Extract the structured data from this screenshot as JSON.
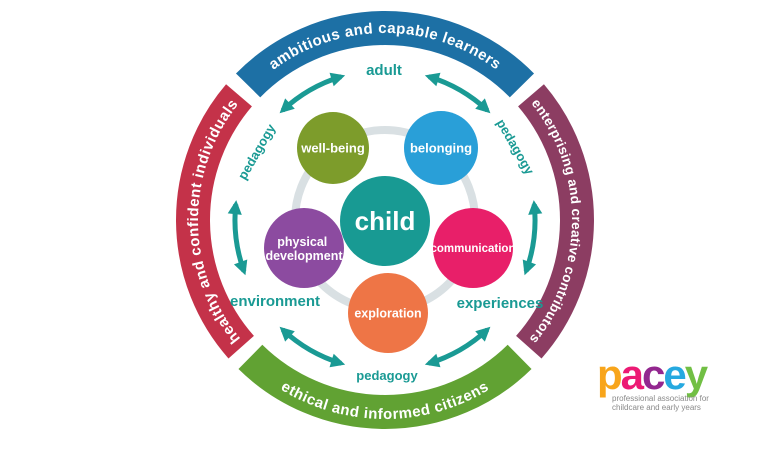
{
  "background_color": "#ffffff",
  "accent_teal": "#1a9a94",
  "diagram": {
    "outer_ring": {
      "top": {
        "label": "ambitious and capable learners",
        "color": "#1d70a5"
      },
      "right": {
        "label": "enterprising and creative contributors",
        "color": "#8c3d62"
      },
      "bottom": {
        "label": "ethical and informed citizens",
        "color": "#61a233"
      },
      "left": {
        "label": "healthy and confident individuals",
        "color": "#c43249"
      }
    },
    "inner_ring_color": "#d9e0e3",
    "center": {
      "label": "child",
      "color": "#189a93"
    },
    "circles": {
      "well_being": {
        "label": "well-being",
        "color": "#7d9c2b"
      },
      "belonging": {
        "label": "belonging",
        "color": "#299fd8"
      },
      "physical": {
        "label_line1": "physical",
        "label_line2": "development",
        "color": "#8c4ba0"
      },
      "communication": {
        "label": "communication",
        "color": "#e81f69"
      },
      "exploration": {
        "label": "exploration",
        "color": "#ee7546"
      }
    },
    "labels": {
      "adult": "adult",
      "pedagogy_left": "pedagogy",
      "pedagogy_right": "pedagogy",
      "pedagogy_bottom": "pedagogy",
      "environment": "environment",
      "experiences": "experiences"
    }
  },
  "logo": {
    "letters": [
      {
        "char": "p",
        "color": "#f8a51b"
      },
      {
        "char": "a",
        "color": "#ec1a74"
      },
      {
        "char": "c",
        "color": "#93278f"
      },
      {
        "char": "e",
        "color": "#26a9e0"
      },
      {
        "char": "y",
        "color": "#71bf44"
      }
    ],
    "tagline_line1": "professional association for",
    "tagline_line2": "childcare and early years"
  }
}
